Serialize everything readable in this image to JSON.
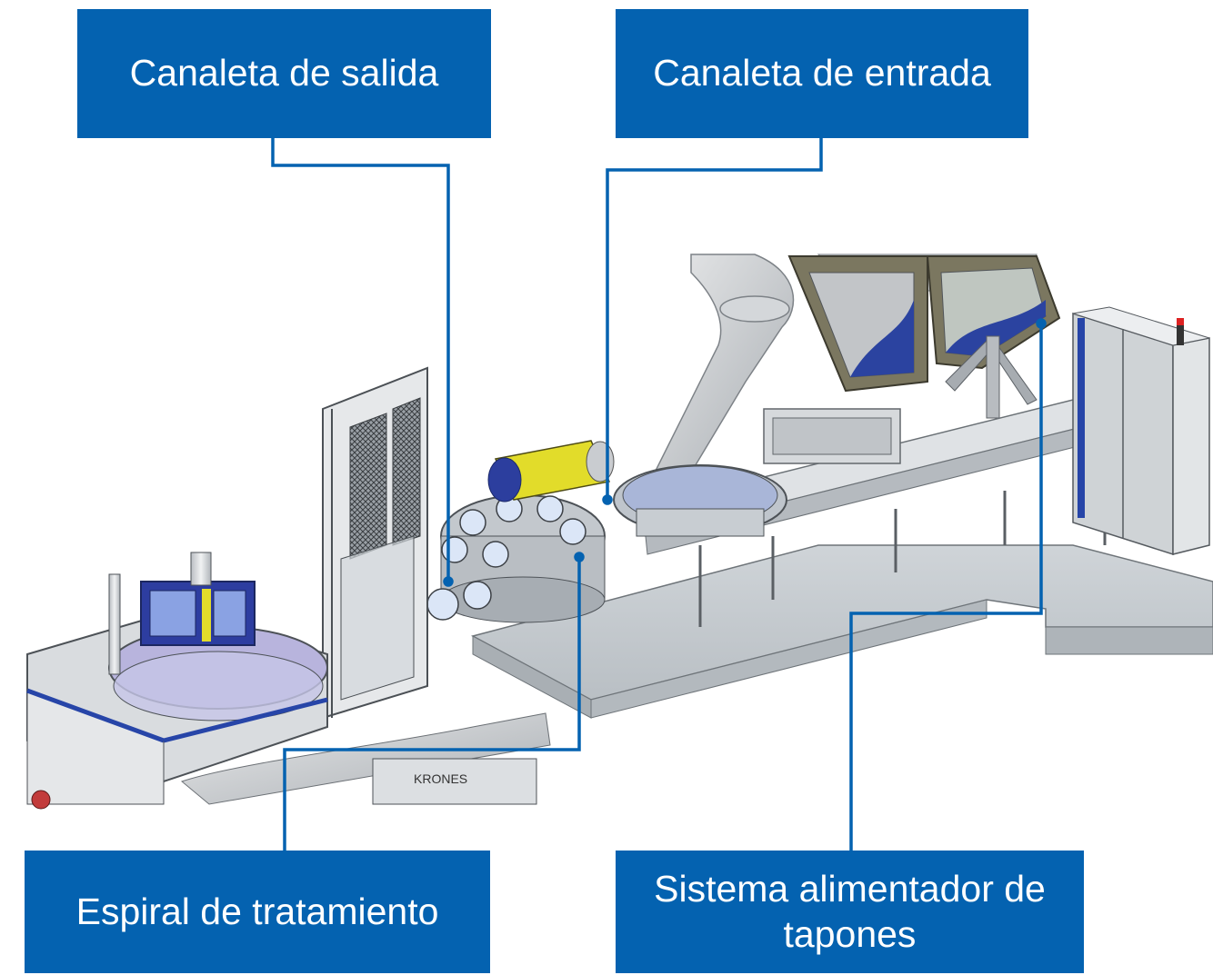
{
  "labels": {
    "outlet": "Canaleta de salida",
    "inlet": "Canaleta de entrada",
    "spiral": "Espiral de tratamiento",
    "feeder_line1": "Sistema alimentador de",
    "feeder_line2": "tapones"
  },
  "machine": {
    "brand_plate": "KRONES"
  },
  "colors": {
    "label_bg": "#0462b0",
    "leader_line": "#0462b0",
    "machine_blue": "#2c3e9e",
    "machine_yellow": "#e2dc2a",
    "floor": "#c6ccd1",
    "metal": "#d9dcde"
  }
}
